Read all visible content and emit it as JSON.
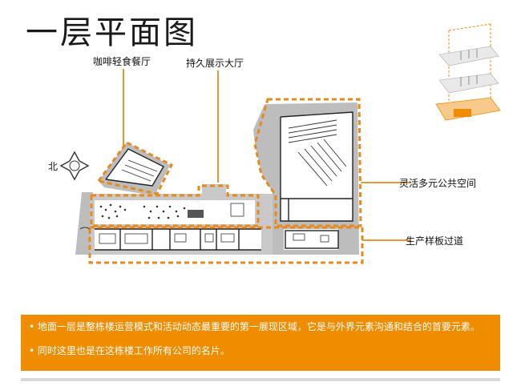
{
  "title": "一层平面图",
  "compass": {
    "label": "北"
  },
  "callouts": {
    "cafe": "咖啡轻食餐厅",
    "exhibition": "持久展示大厅",
    "public_space": "灵活多元公共空间",
    "corridor": "生产样板过道"
  },
  "notes": [
    "• 地面一层是整栋楼运营模式和活动动态最重要的第一展现区域，它是与外界元素沟通和结合的首要元素。",
    "• 同时这里也是在这栋楼工作所有公司的名片。"
  ],
  "colors": {
    "accent": "#f08c00",
    "dash": "#e8891c",
    "floor_gray": "#bdbdbd",
    "text": "#111111"
  }
}
